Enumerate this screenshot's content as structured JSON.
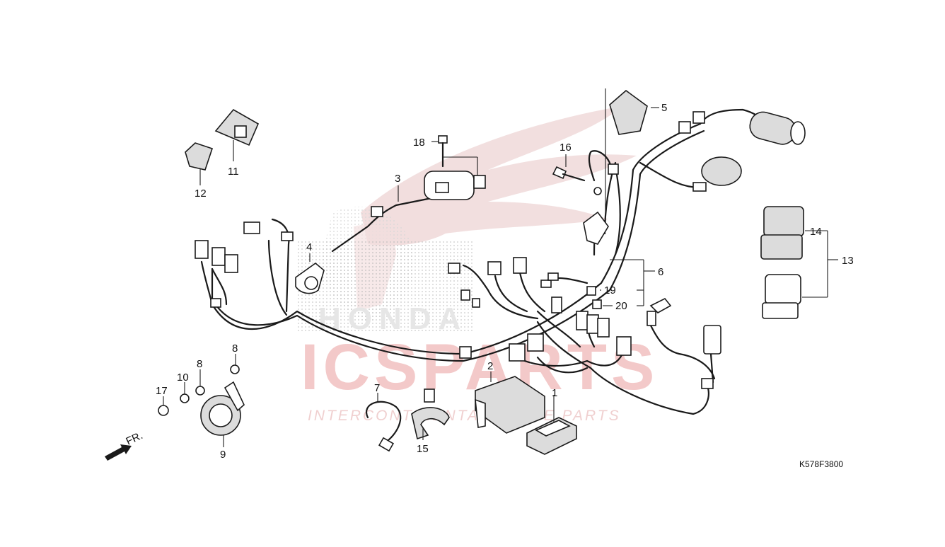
{
  "watermark": {
    "brand": "ICSPARTS",
    "tagline": "INTERCONTINENTAL SPARE PARTS",
    "honda_text": "HONDA",
    "wing_color": "#e8c4c4",
    "brand_color": "#f3c9c9"
  },
  "direction_marker": "FR.",
  "diagram_code": "K578F3800",
  "callouts": [
    "1",
    "2",
    "3",
    "4",
    "5",
    "6",
    "7",
    "8",
    "8",
    "9",
    "10",
    "11",
    "12",
    "13",
    "14",
    "15",
    "16",
    "17",
    "18",
    "19",
    "20"
  ]
}
